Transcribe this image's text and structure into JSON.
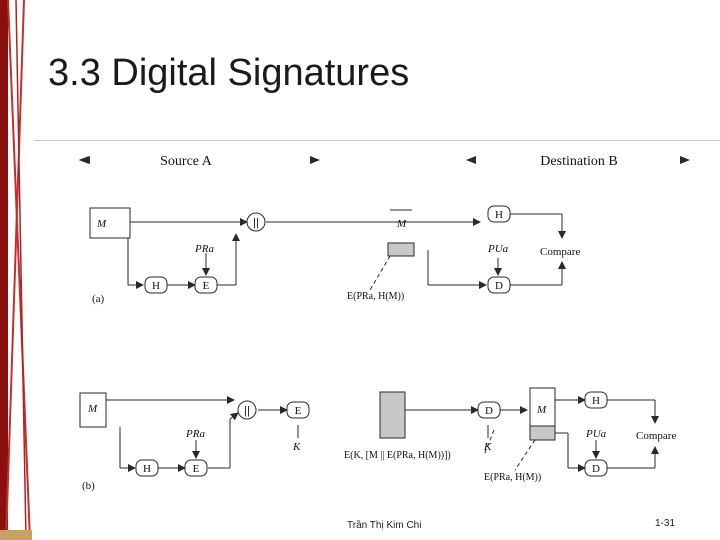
{
  "slide": {
    "title": "3.3 Digital Signatures",
    "footer_author": "Trần Thị Kim Chi",
    "footer_page": "1-31"
  },
  "diagram": {
    "header_source": "Source A",
    "header_destination": "Destination B",
    "a": {
      "label": "(a)",
      "m": "M",
      "concat": "||",
      "h": "H",
      "e": "E",
      "pr": "PRa",
      "m2": "M",
      "sig": "E(PRa, H(M))",
      "pu": "PUa",
      "d": "D",
      "h2": "H",
      "compare": "Compare"
    },
    "b": {
      "label": "(b)",
      "m": "M",
      "concat": "||",
      "h": "H",
      "e": "E",
      "pr": "PRa",
      "e2": "E",
      "k": "K",
      "cipher": "E(K, [M || E(PRa, H(M))])",
      "d": "D",
      "k2": "K",
      "m2": "M",
      "h2": "H",
      "pu": "PUa",
      "compare": "Compare",
      "d2": "D",
      "sig": "E(PRa, H(M))"
    }
  },
  "colors": {
    "shaded_box": "#c8c8c8",
    "line": "#2a2a2a"
  }
}
